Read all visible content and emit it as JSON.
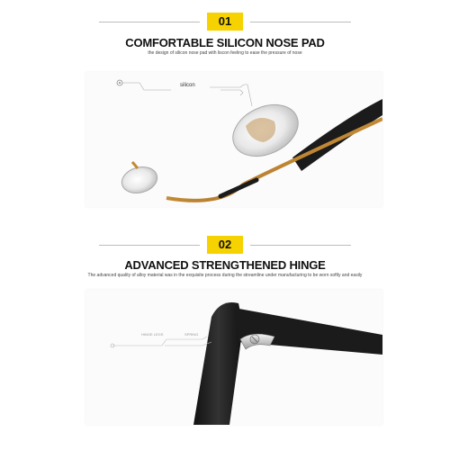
{
  "section1": {
    "number": "01",
    "title": "COMFORTABLE SILICON NOSE PAD",
    "subtitle": "the design of silicon nose pad with liscon feeling to ease the pressure of nose",
    "callout_label": "silicon"
  },
  "section2": {
    "number": "02",
    "title": "ADVANCED STRENGTHENED HINGE",
    "subtitle": "The advanced quality of alloy material was in the exquisite process during the streamline under manufacturing to be worn softly and easily",
    "callout_label_a": "HINGE LEGS",
    "callout_label_b": "SPRING"
  },
  "colors": {
    "badge": "#f5d200",
    "frame_black": "#1b1b1b",
    "gold": "#c9963d"
  }
}
